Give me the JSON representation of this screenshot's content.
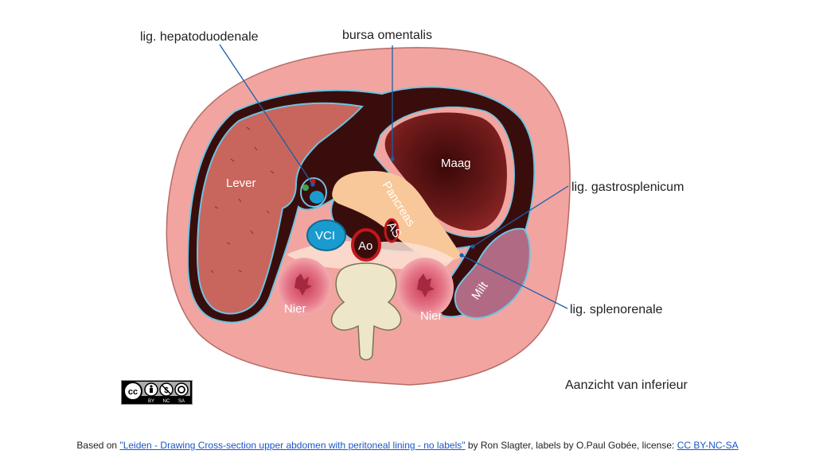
{
  "diagram": {
    "labels": {
      "lig_hepatoduodenale": "lig. hepatoduodenale",
      "bursa_omentalis": "bursa omentalis",
      "lig_gastrosplenicum": "lig. gastrosplenicum",
      "lig_splenorenale": "lig. splenorenale",
      "lever": "Lever",
      "maag": "Maag",
      "pancreas": "Pancreas",
      "vci": "VCI",
      "ao": "Ao",
      "as": "AS",
      "milt": "Milt",
      "nier_left": "Nier",
      "nier_right": "Nier",
      "view": "Aanzicht van inferieur"
    },
    "license_badge": {
      "by": "BY",
      "nc": "NC",
      "sa": "SA"
    },
    "colors": {
      "body_wall": "#f2a5a0",
      "peritoneum_cavity": "#3a0d0d",
      "peritoneum_line": "#6ec3e0",
      "liver": "#c8665e",
      "stomach": "#5a1414",
      "pancreas": "#f8c89a",
      "spleen": "#b06a84",
      "vci": "#1a9bd0",
      "aorta": "#c4171c",
      "vertebra": "#ede6c8",
      "kidney": "#e46e80"
    }
  },
  "footer": {
    "prefix": "Based on ",
    "link_text": "\"Leiden - Drawing Cross-section upper abdomen with peritoneal lining - no labels\"",
    "middle": " by Ron Slagter, labels by O.Paul Gobée, license: ",
    "license_text": "CC BY-NC-SA"
  }
}
